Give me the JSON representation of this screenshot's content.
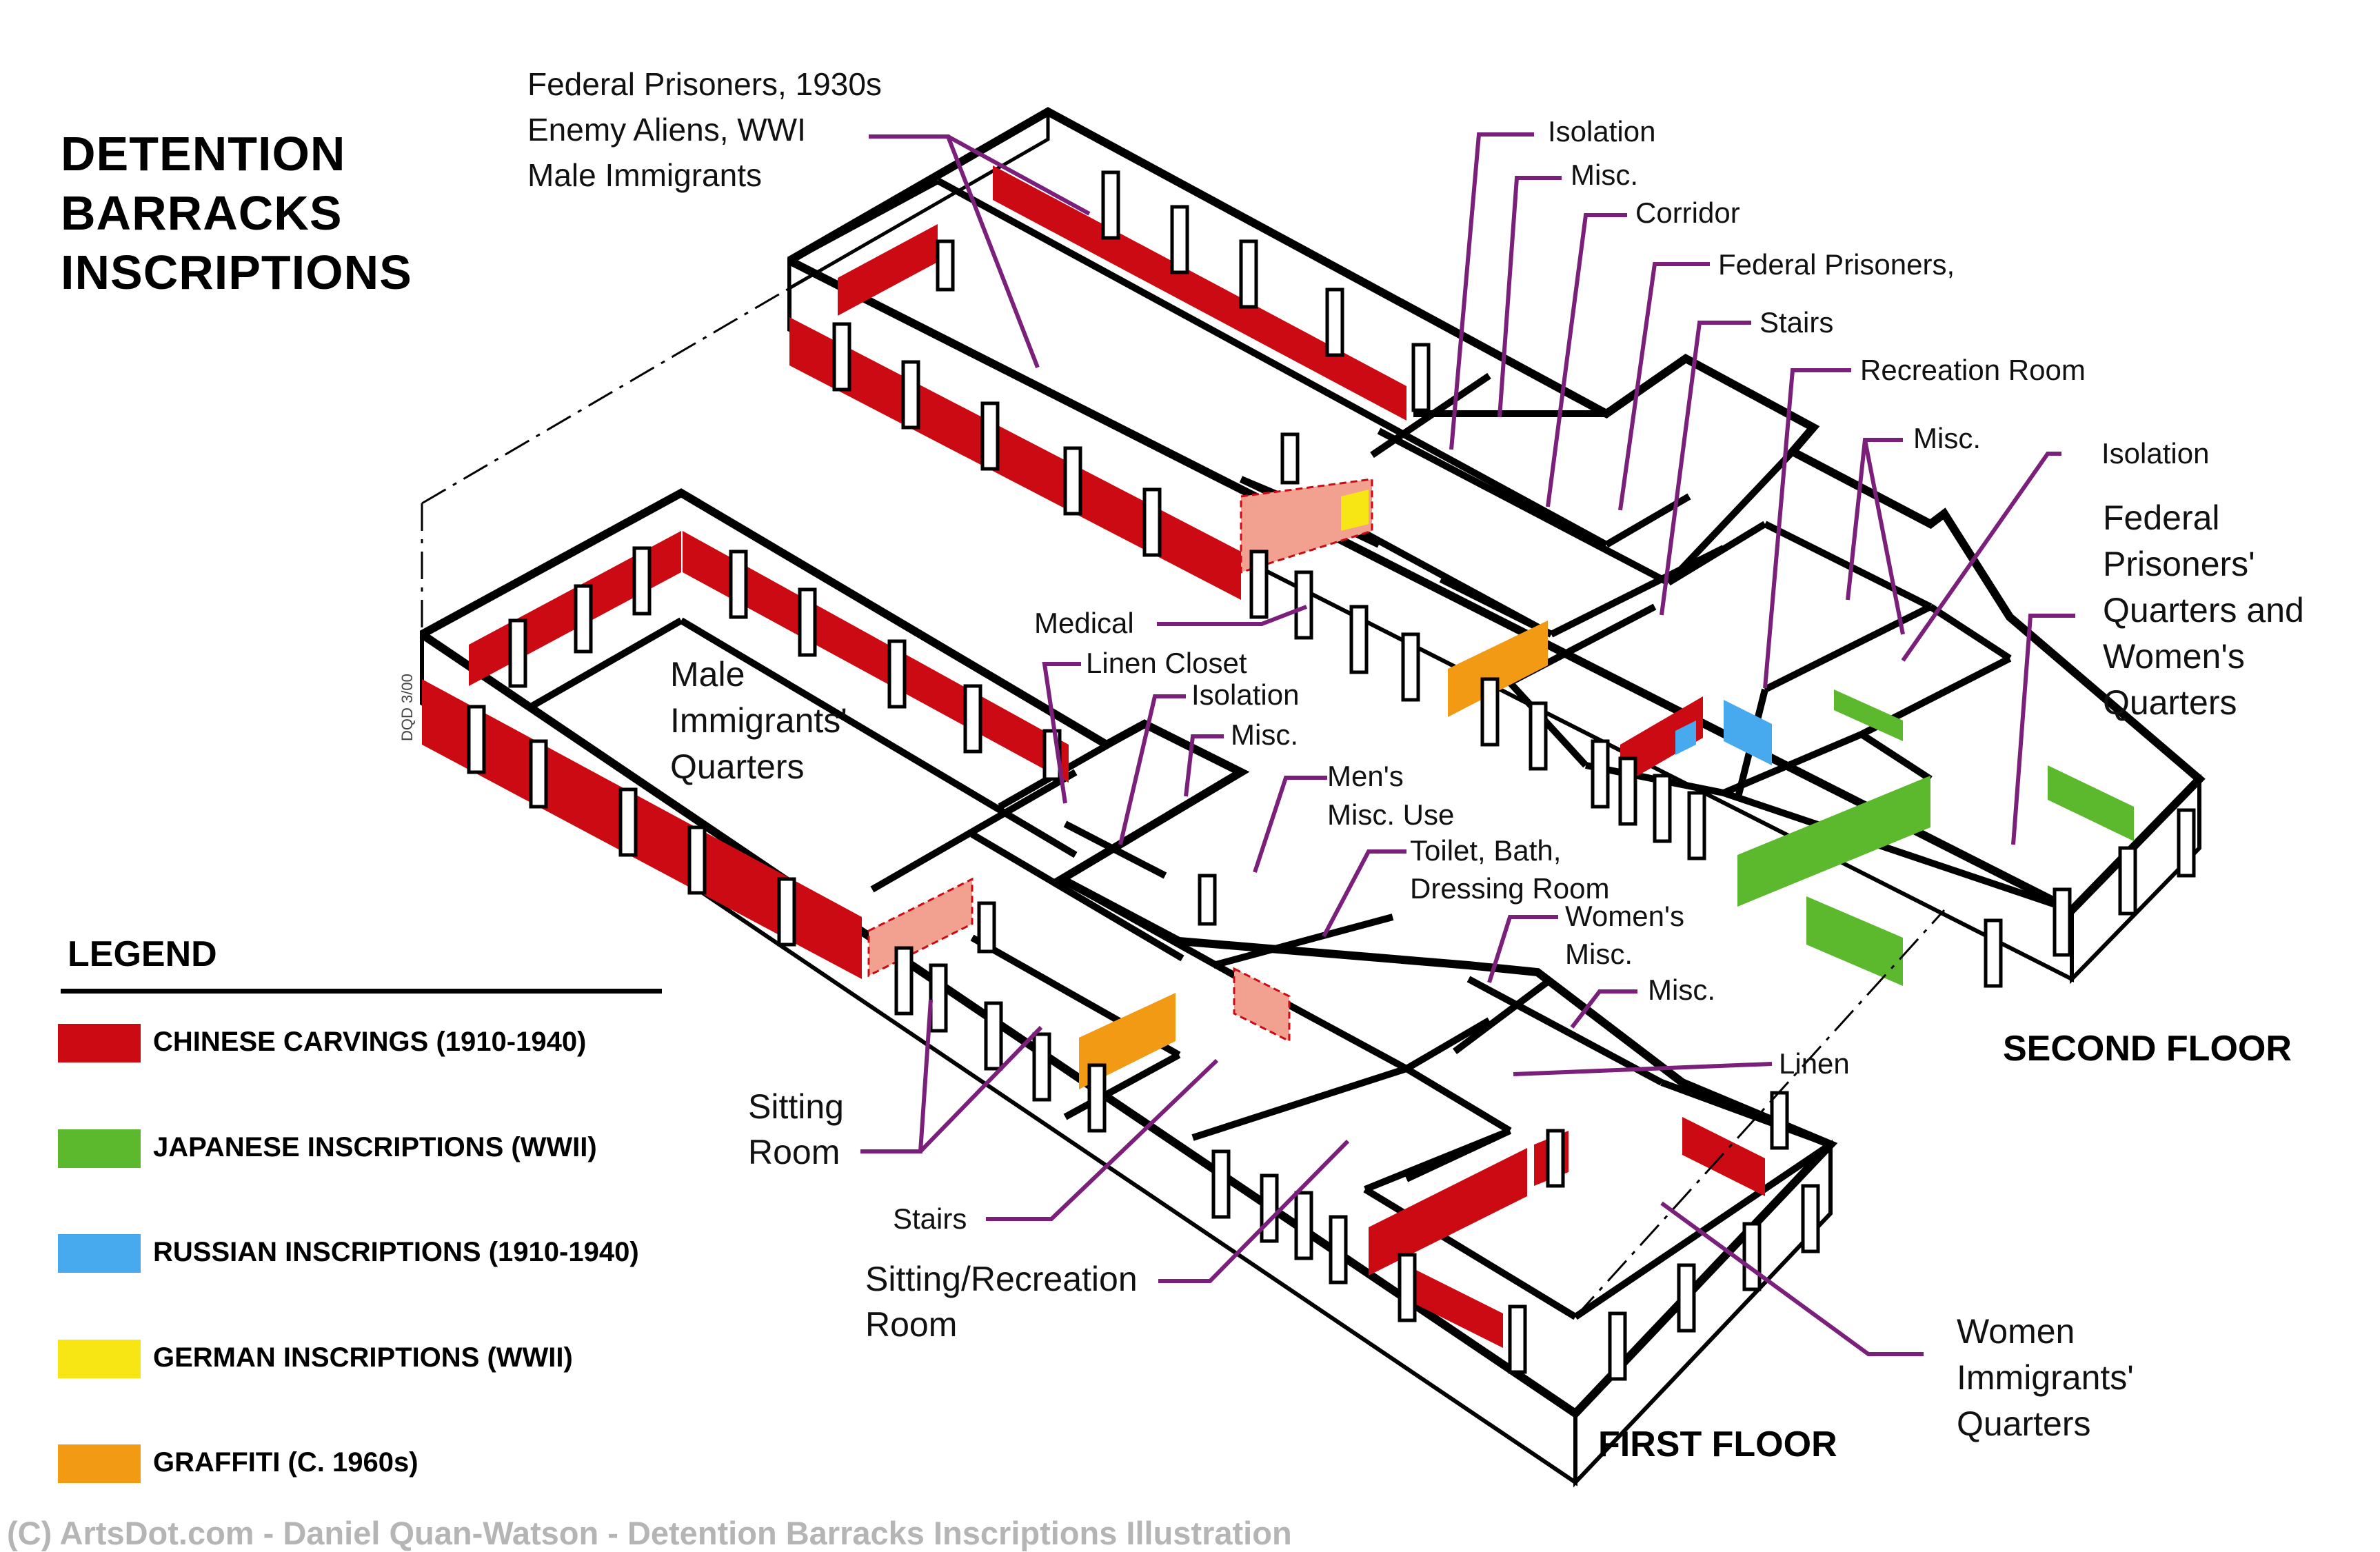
{
  "title": [
    "DETENTION",
    "BARRACKS",
    "INSCRIPTIONS"
  ],
  "floors": {
    "second": "SECOND FLOOR",
    "first": "FIRST FLOOR"
  },
  "legend": {
    "heading": "LEGEND",
    "items": [
      {
        "label": "CHINESE CARVINGS (1910-1940)",
        "color": "#cc0a14"
      },
      {
        "label": "JAPANESE INSCRIPTIONS (WWII)",
        "color": "#5cb82d"
      },
      {
        "label": "RUSSIAN INSCRIPTIONS (1910-1940)",
        "color": "#48aaee"
      },
      {
        "label": "GERMAN INSCRIPTIONS (WWII)",
        "color": "#f7e514"
      },
      {
        "label": "GRAFFITI (C. 1960s)",
        "color": "#f29a14"
      }
    ]
  },
  "labels": {
    "federal_1930s": "Federal Prisoners, 1930s",
    "enemy_aliens": "Enemy Aliens, WWI",
    "male_immigrants_top": "Male Immigrants",
    "isolation_1": "Isolation",
    "misc_1": "Misc.",
    "corridor": "Corridor",
    "federal_prisoners": "Federal Prisoners,",
    "stairs_top": "Stairs",
    "recreation_room": "Recreation Room",
    "misc_2": "Misc.",
    "isolation_2": "Isolation",
    "fpq_1": "Federal",
    "fpq_2": "Prisoners'",
    "fpq_3": "Quarters and",
    "fpq_4": "Women's",
    "fpq_5": "Quarters",
    "medical": "Medical",
    "linen_closet": "Linen Closet",
    "isolation_3": "Isolation",
    "misc_3": "Misc.",
    "mens_1": "Men's",
    "mens_2": "Misc. Use",
    "toilet_1": "Toilet, Bath,",
    "toilet_2": "Dressing Room",
    "womens_1": "Women's",
    "womens_2": "Misc.",
    "misc_4": "Misc.",
    "linen": "Linen",
    "miq_1": "Male",
    "miq_2": "Immigrants'",
    "miq_3": "Quarters",
    "sitting_1": "Sitting",
    "sitting_2": "Room",
    "stairs_bottom": "Stairs",
    "sitrec_1": "Sitting/Recreation",
    "sitrec_2": "Room",
    "wiq_1": "Women",
    "wiq_2": "Immigrants'",
    "wiq_3": "Quarters",
    "dqd": "DQD 3/00"
  },
  "watermark": "(C) ArtsDot.com - Daniel Quan-Watson - Detention Barracks Inscriptions Illustration",
  "leader_color": "#7a1f7a"
}
